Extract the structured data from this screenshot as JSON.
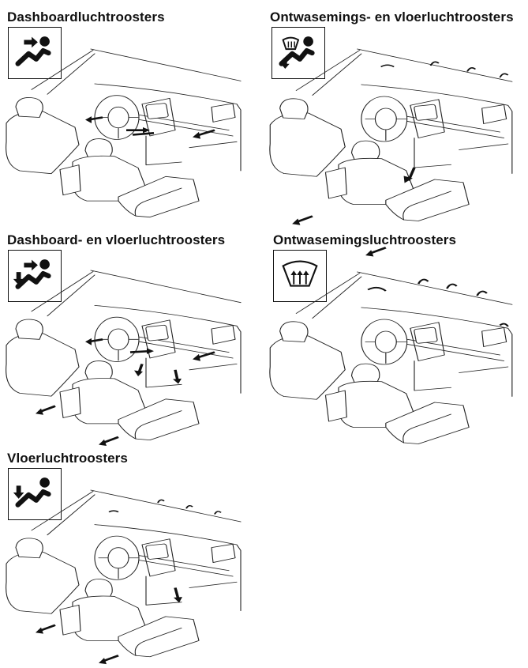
{
  "panels": [
    {
      "title": "Dashboardluchtroosters",
      "mode_icon": "dashboard-vents-icon",
      "airflow": [
        "dashboard"
      ]
    },
    {
      "title": "Ontwasemings- en vloerluchtroosters",
      "mode_icon": "defrost-floor-vents-icon",
      "airflow": [
        "windscreen",
        "floor"
      ]
    },
    {
      "title": "Dashboard- en vloerluchtroosters",
      "mode_icon": "dashboard-floor-vents-icon",
      "airflow": [
        "dashboard",
        "floor"
      ]
    },
    {
      "title": "Ontwasemingsluchtroosters",
      "mode_icon": "windscreen-defrost-icon",
      "airflow": [
        "windscreen"
      ]
    },
    {
      "title": "Vloerluchtroosters",
      "mode_icon": "floor-vents-icon",
      "airflow": [
        "floor"
      ]
    }
  ]
}
